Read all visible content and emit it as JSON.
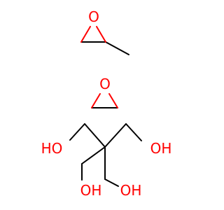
{
  "colors": {
    "background": "#ffffff",
    "bond": "#000000",
    "oxygen": "#ff0000"
  },
  "molecules": {
    "propylene_oxide": {
      "oxygen_label": "O"
    },
    "ethylene_oxide": {
      "oxygen_label": "O"
    },
    "pentaerythritol": {
      "oh_left_label": "HO",
      "oh_right_label": "OH",
      "oh_bottom_left_label": "OH",
      "oh_bottom_right_label": "OH"
    }
  }
}
